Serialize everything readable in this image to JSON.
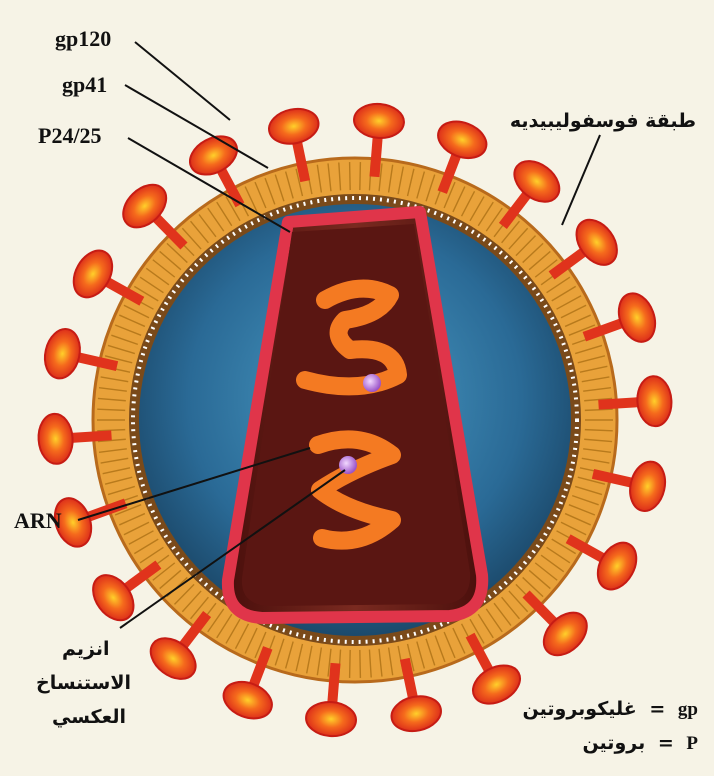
{
  "labels": {
    "gp120": "gp120",
    "gp41": "gp41",
    "p24": "P24/25",
    "phospholipid": "طبقة فوسفوليبيديه",
    "arn": "ARN",
    "enzyme_line1": "انزيم",
    "enzyme_line2": "الاستنساخ",
    "enzyme_line3": "العكسي"
  },
  "legend": {
    "gp_term": "gp",
    "gp_meaning": "غليكوبروتين",
    "p_term": "P",
    "p_meaning": "بروتين",
    "equals": "="
  },
  "colors": {
    "background": "#f6f3e6",
    "membrane": "#e8a33a",
    "glycoprotein": "#e8331c",
    "matrix": "#2b6e98",
    "capsid": "#6b1a14",
    "rna": "#f07a2a",
    "enzyme": "#b07ad6"
  }
}
